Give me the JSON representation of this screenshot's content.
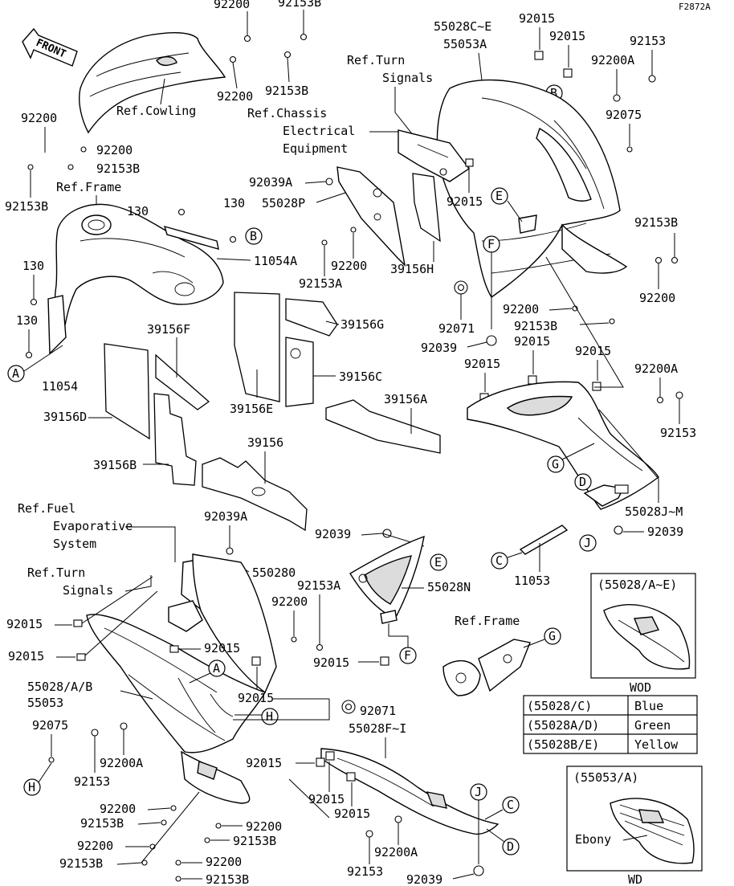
{
  "figure_id": "F2872A",
  "front_label": "FRONT",
  "refs": {
    "cowling": "Ref.Cowling",
    "chassis_1": "Ref.Chassis",
    "chassis_2": "Electrical",
    "chassis_3": "Equipment",
    "turn_top_1": "Ref.Turn",
    "turn_top_2": "Signals",
    "frame_top": "Ref.Frame",
    "fuel_1": "Ref.Fuel",
    "fuel_2": "Evaporative",
    "fuel_3": "System",
    "turn_bot_1": "Ref.Turn",
    "turn_bot_2": "Signals",
    "frame_bot": "Ref.Frame"
  },
  "callouts": {
    "A": "A",
    "B": "B",
    "C": "C",
    "D": "D",
    "E": "E",
    "F": "F",
    "G": "G",
    "H": "H",
    "J": "J"
  },
  "parts": {
    "p92200": "92200",
    "p92153B": "92153B",
    "p92153": "92153",
    "p92153A": "92153A",
    "p92200A": "92200A",
    "p92015": "92015",
    "p92075": "92075",
    "p92039": "92039",
    "p92039A": "92039A",
    "p92071": "92071",
    "p130": "130",
    "p11054": "11054",
    "p11054A": "11054A",
    "p11053": "11053",
    "p39156": "39156",
    "p39156A": "39156A",
    "p39156B": "39156B",
    "p39156C": "39156C",
    "p39156D": "39156D",
    "p39156E": "39156E",
    "p39156F": "39156F",
    "p39156G": "39156G",
    "p39156H": "39156H",
    "p55028CE": "55028C~E",
    "p55053A": "55053A",
    "p55028P": "55028P",
    "p55028JM": "55028J~M",
    "p55028O": "550280",
    "p55028N": "55028N",
    "p55028AB": "55028/A/B",
    "p55053": "55053",
    "p55028FI": "55028F~I"
  },
  "variant_wod": {
    "header": "(55028/A~E)",
    "caption": "WOD"
  },
  "color_table": [
    {
      "code": "(55028/C)",
      "color": "Blue"
    },
    {
      "code": "(55028A/D)",
      "color": "Green"
    },
    {
      "code": "(55028B/E)",
      "color": "Yellow"
    }
  ],
  "variant_wd": {
    "header": "(55053/A)",
    "color_label": "Ebony",
    "caption": "WD"
  }
}
